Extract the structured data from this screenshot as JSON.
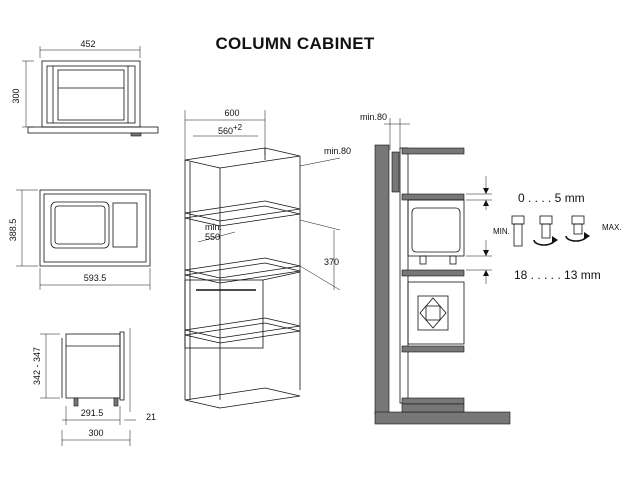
{
  "title": "COLUMN CABINET",
  "top_view": {
    "width": "452",
    "height": "300"
  },
  "front_view": {
    "height": "388.5",
    "width": "593.5"
  },
  "side_view": {
    "height": "342 - 347",
    "depth": "291.5",
    "offset": "21",
    "total": "300"
  },
  "cabinet": {
    "width": "600",
    "inner_width": "560",
    "inner_tol": "+2",
    "min_gap": "min.80",
    "min_opening_line1": "min.",
    "min_opening_line2": "550",
    "opening_height": "370"
  },
  "section": {
    "min_gap": "min.80",
    "upper_range": "0 . . . . 5  mm",
    "lower_range": "18 . . . . . 13 mm",
    "min_label": "MIN.",
    "max_label": "MAX."
  }
}
